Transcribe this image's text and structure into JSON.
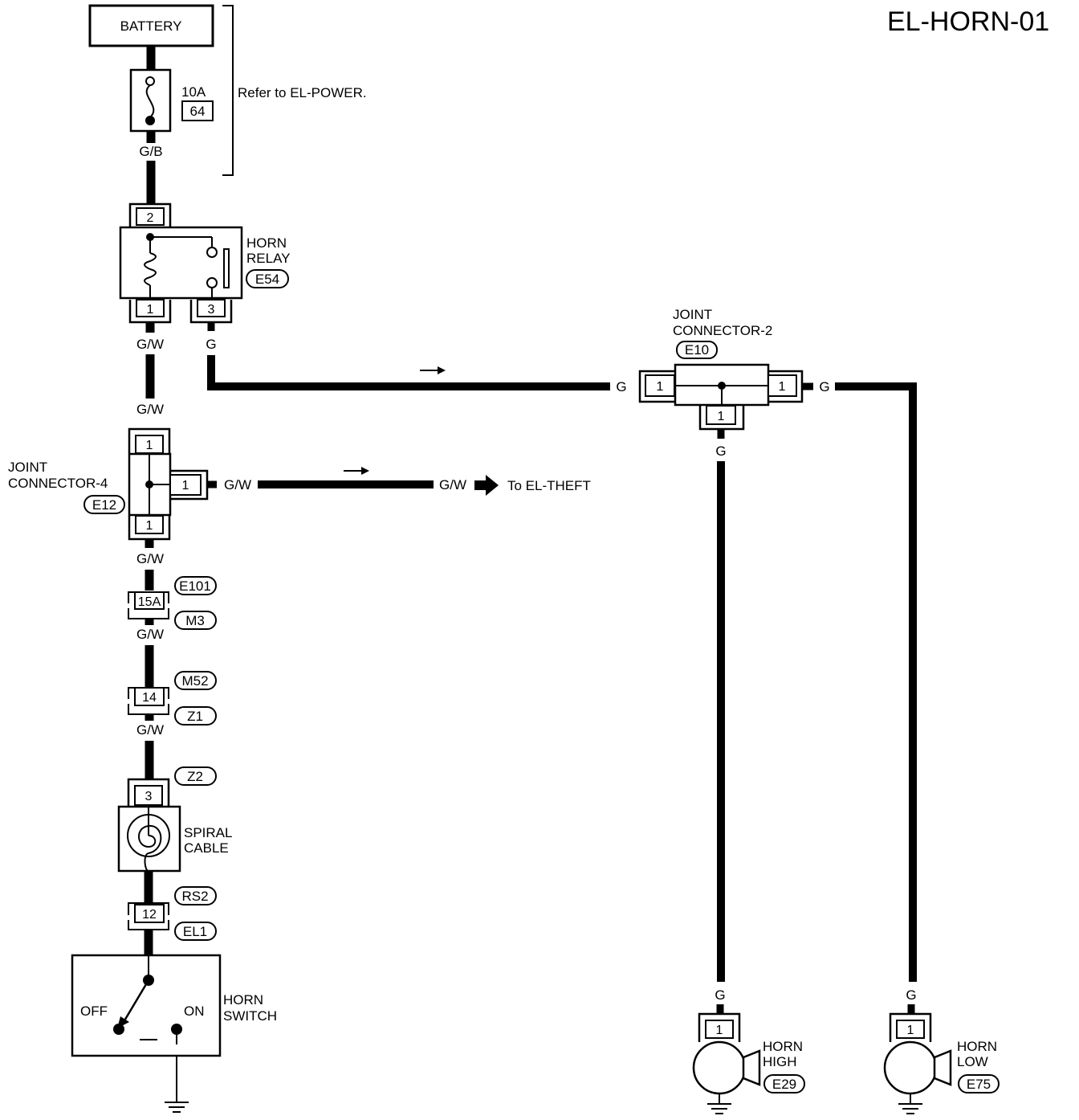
{
  "diagram_id": "EL-HORN-01",
  "battery": {
    "label": "BATTERY"
  },
  "fuse": {
    "rating": "10A",
    "number": "64",
    "note": "Refer to EL-POWER."
  },
  "horn_relay": {
    "name_line1": "HORN",
    "name_line2": "RELAY",
    "connector": "E54",
    "pins": {
      "top": "2",
      "bottom_left": "1",
      "bottom_right": "3"
    }
  },
  "joint_connector_4": {
    "name_line1": "JOINT",
    "name_line2": "CONNECTOR-4",
    "connector": "E12",
    "pins": {
      "top": "1",
      "right": "1",
      "bottom": "1"
    }
  },
  "joint_connector_2": {
    "name_line1": "JOINT",
    "name_line2": "CONNECTOR-2",
    "connector": "E10",
    "pins": {
      "left": "1",
      "right": "1",
      "bottom": "1"
    }
  },
  "wires": {
    "gb": "G/B",
    "gw": "G/W",
    "g": "G",
    "to_theft": "To EL-THEFT"
  },
  "inline_connectors": [
    {
      "pin": "15A",
      "upper": "E101",
      "lower": "M3"
    },
    {
      "pin": "14",
      "upper": "M52",
      "lower": "Z1"
    },
    {
      "pin": "12",
      "upper": "RS2",
      "lower": "EL1"
    }
  ],
  "spiral_cable": {
    "name_line1": "SPIRAL",
    "name_line2": "CABLE",
    "connector": "Z2",
    "pin": "3"
  },
  "horn_switch": {
    "name_line1": "HORN",
    "name_line2": "SWITCH",
    "off": "OFF",
    "on": "ON"
  },
  "horn_high": {
    "name_line1": "HORN",
    "name_line2": "HIGH",
    "connector": "E29",
    "pin": "1"
  },
  "horn_low": {
    "name_line1": "HORN",
    "name_line2": "LOW",
    "connector": "E75",
    "pin": "1"
  }
}
